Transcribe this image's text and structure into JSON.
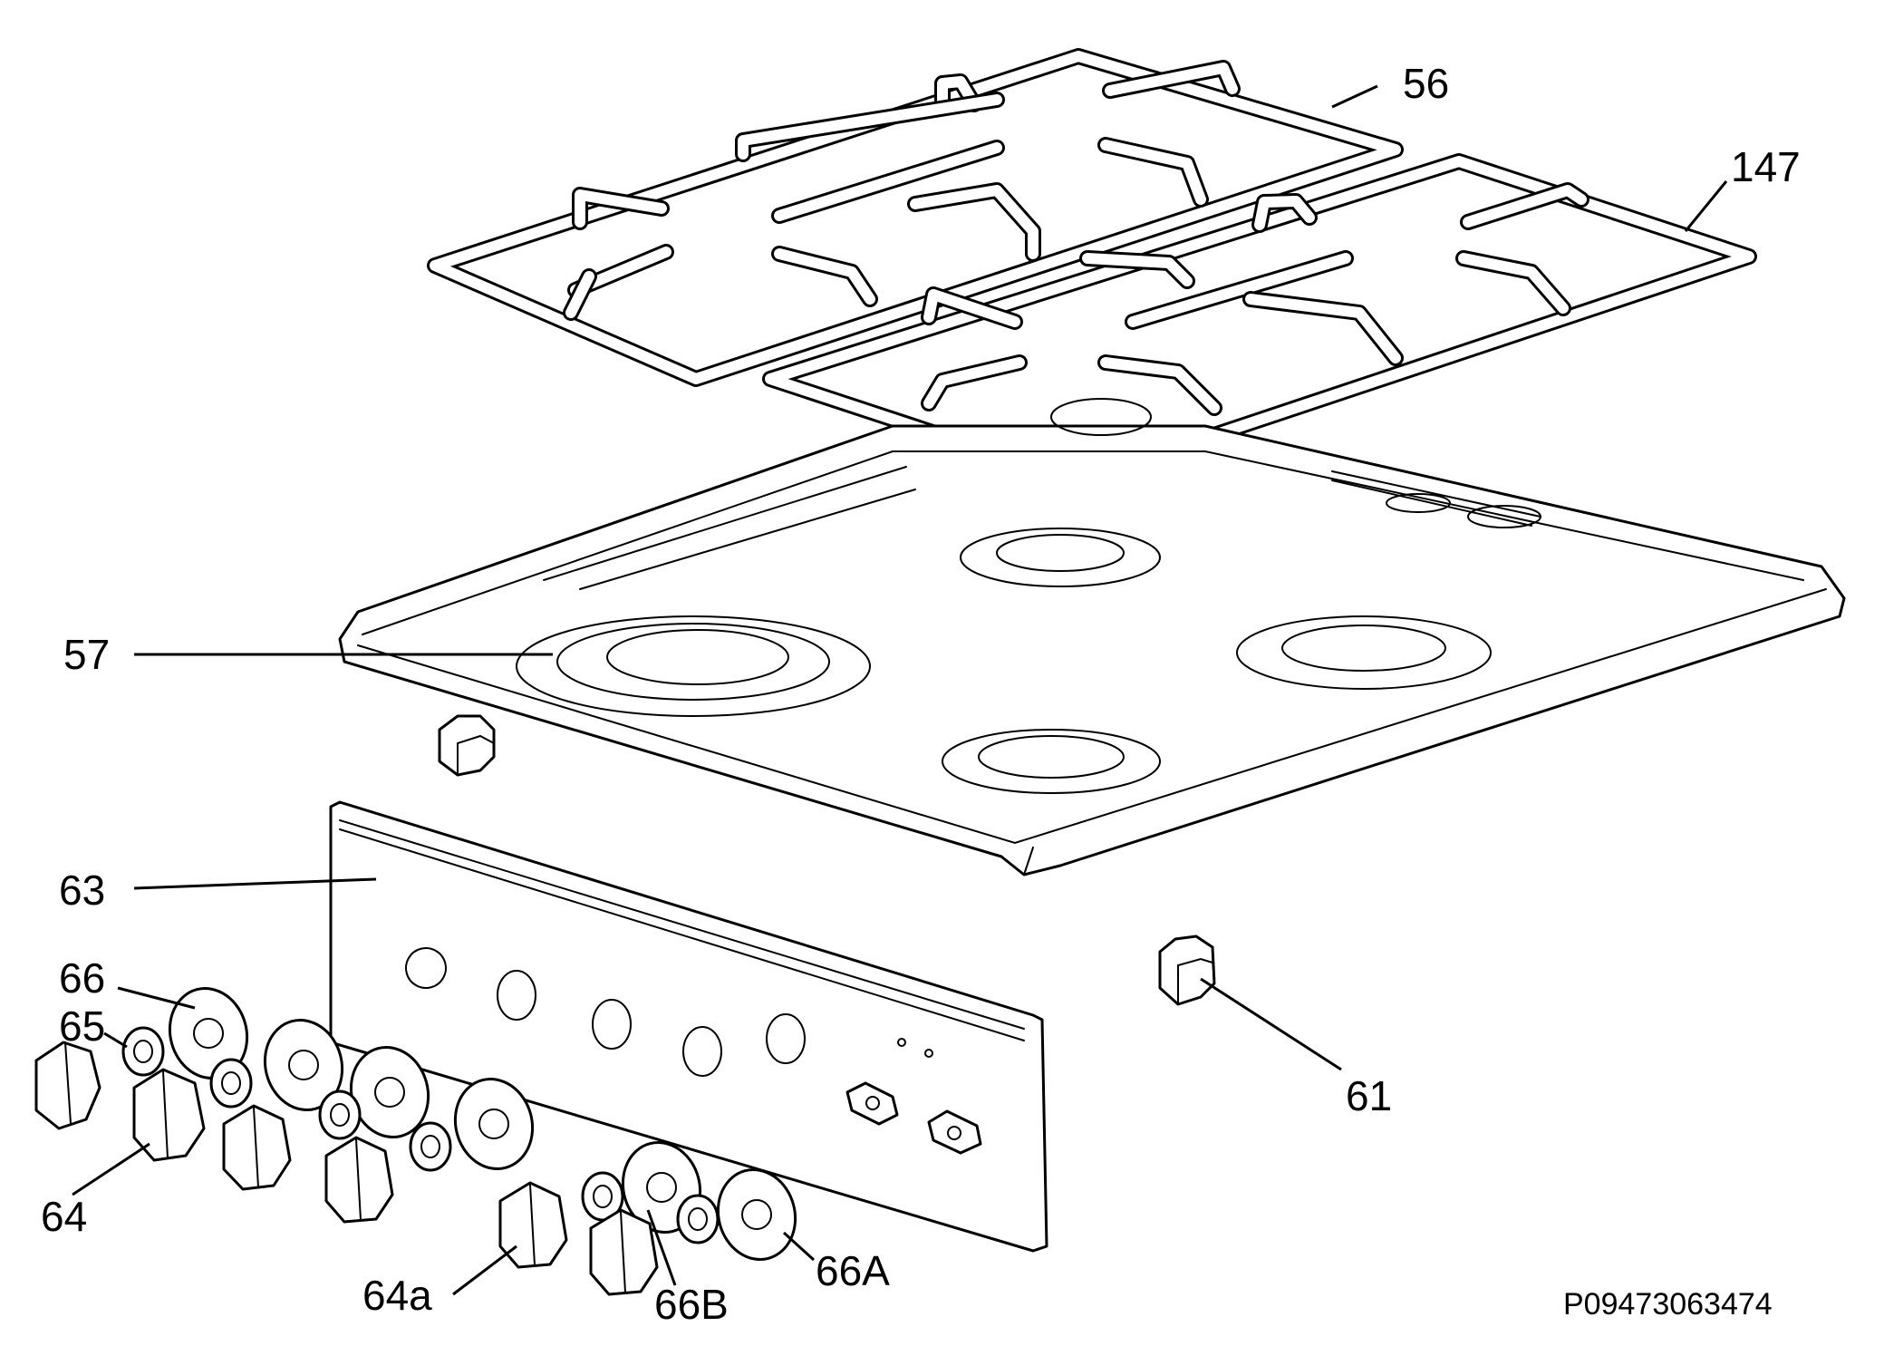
{
  "diagram": {
    "labels": {
      "grid_left": "56",
      "grid_right": "147",
      "hob_top": "57",
      "control_panel": "63",
      "knob_ring": "66",
      "knob_spring": "65",
      "knob": "64",
      "knob_a": "64a",
      "knob_ring_b": "66B",
      "knob_ring_a": "66A",
      "bracket": "61"
    },
    "drawing_code": "P09473063474"
  }
}
